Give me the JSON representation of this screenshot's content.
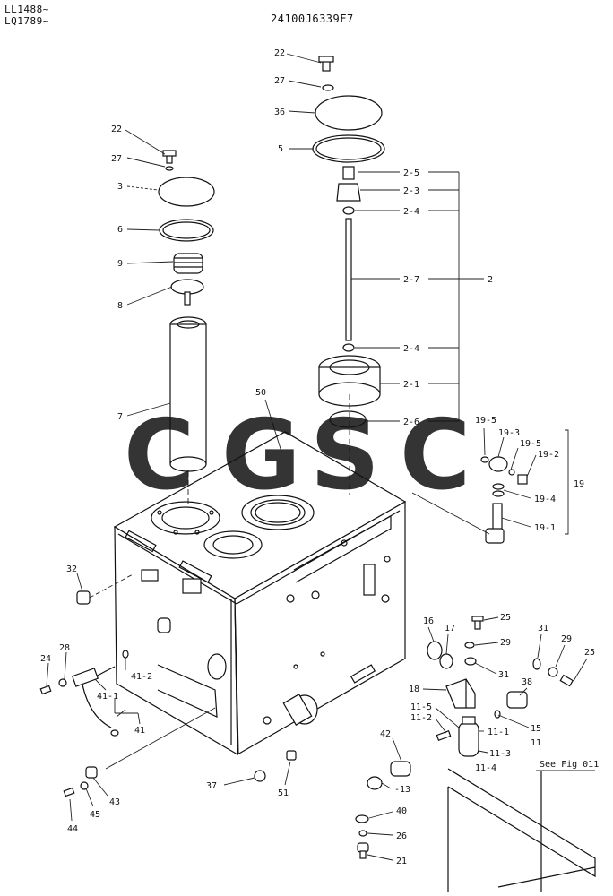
{
  "header": {
    "serial_1": "LL1488~",
    "serial_2": "LQ1789~",
    "doc_code": "24100J6339F7"
  },
  "watermark": {
    "letters": [
      "C",
      "G",
      "S",
      "C"
    ],
    "colors": [
      "#4285F4",
      "#EA4335",
      "#FBBC05",
      "#34A853"
    ]
  },
  "labels": {
    "l22a": "22",
    "l27a": "27",
    "l36": "36",
    "l5": "5",
    "l22b": "22",
    "l27b": "27",
    "l3": "3",
    "l6": "6",
    "l9": "9",
    "l8": "8",
    "l7": "7",
    "l50": "50",
    "l2_5": "2-5",
    "l2_3": "2-3",
    "l2_4a": "2-4",
    "l2_7": "2-7",
    "l2": "2",
    "l2_4b": "2-4",
    "l2_1": "2-1",
    "l2_6": "2-6",
    "l19_5a": "19-5",
    "l19_3": "19-3",
    "l19_5b": "19-5",
    "l19_2": "19-2",
    "l19": "19",
    "l19_4": "19-4",
    "l19_1": "19-1",
    "l32": "32",
    "l28": "28",
    "l24": "24",
    "l41_2": "41-2",
    "l41_1": "41-1",
    "l41": "41",
    "l43": "43",
    "l45": "45",
    "l44": "44",
    "l16": "16",
    "l17": "17",
    "l25a": "25",
    "l29a": "29",
    "l31a": "31",
    "l31b": "31",
    "l29b": "29",
    "l25b": "25",
    "l18": "18",
    "l38": "38",
    "l11_5": "11-5",
    "l11_2": "11-2",
    "l15": "15",
    "l11_1": "11-1",
    "l11": "11",
    "l11_3": "11-3",
    "l11_4": "11-4",
    "l42": "42",
    "l13": "-13",
    "l37": "37",
    "l51": "51",
    "l40": "40",
    "l26": "26",
    "l21": "21",
    "see_fig": "See Fig 011"
  }
}
